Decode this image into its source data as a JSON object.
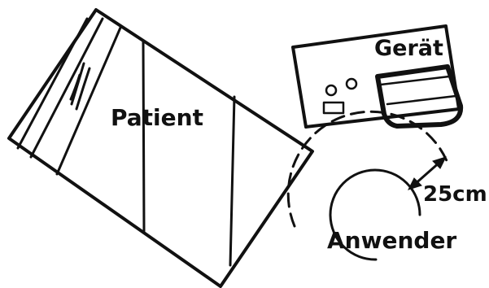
{
  "labels": {
    "patient": "Patient",
    "device": "Gerät",
    "distance": "25cm",
    "user": "Anwender"
  },
  "colors": {
    "ink": "#111111",
    "background": "#ffffff"
  }
}
